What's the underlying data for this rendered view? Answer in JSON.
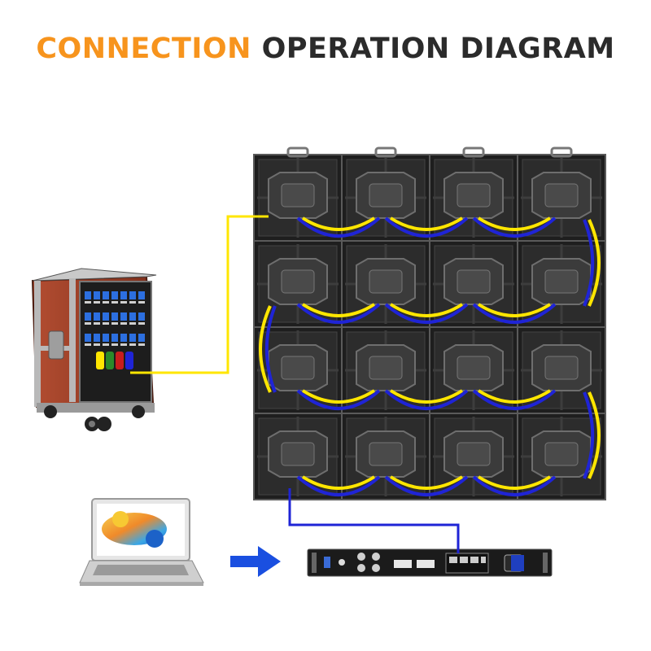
{
  "title": {
    "highlight": "CONNECTION",
    "rest": "OPERATION DIAGRAM",
    "highlight_color": "#f7941d",
    "rest_color": "#2b2b2b"
  },
  "wall": {
    "rows": 4,
    "cols": 4
  },
  "colors": {
    "power_cable": "#ffe600",
    "signal_cable": "#1f24d6",
    "cabinet_panel": "#262626",
    "flight_case": "#a0432b",
    "arrow": "#1a4fe0"
  },
  "icons": [
    "led-cabinet-icon",
    "power-distribution-box-icon",
    "laptop-icon",
    "sending-card-icon",
    "arrow-right-icon"
  ]
}
